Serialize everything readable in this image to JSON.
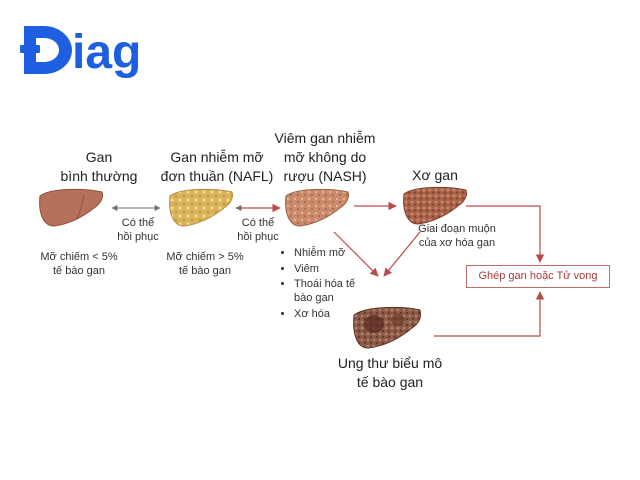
{
  "logo": {
    "text": "Diag",
    "color": "#1d5fe0"
  },
  "colors": {
    "arrow_red": "#b94a4a",
    "arrow_gray": "#6e6e6e",
    "liver_normal": "#b5715a",
    "liver_fatty": "#d9b25a",
    "liver_nash": "#c98b6c",
    "liver_cirrhosis": "#a9614a",
    "liver_cancer": "#8a5a48",
    "outcome_text": "#a83a3a"
  },
  "stages": [
    {
      "id": "normal",
      "label": "Gan\nbình thường",
      "note": "Mỡ chiếm < 5%\ntế bào gan"
    },
    {
      "id": "nafl",
      "label": "Gan nhiễm mỡ\nđơn thuần (NAFL)",
      "note": "Mỡ chiếm > 5%\ntế bào gan"
    },
    {
      "id": "nash",
      "label": "Viêm gan nhiễm\nmỡ không do\nrượu (NASH)",
      "bullets": [
        "Nhiễm mỡ",
        "Viêm",
        "Thoái hóa tế bào gan",
        "Xơ hóa"
      ]
    },
    {
      "id": "cirrhosis",
      "label": "Xơ gan",
      "note": "Giai đoạn muộn\ncủa xơ hóa gan"
    },
    {
      "id": "hcc",
      "label": "Ung thư biểu mô\ntế bào gan"
    }
  ],
  "reversible_labels": [
    "Có thể\nhồi phục",
    "Có thể\nhồi phục"
  ],
  "outcome": "Ghép gan hoặc Tử vong"
}
